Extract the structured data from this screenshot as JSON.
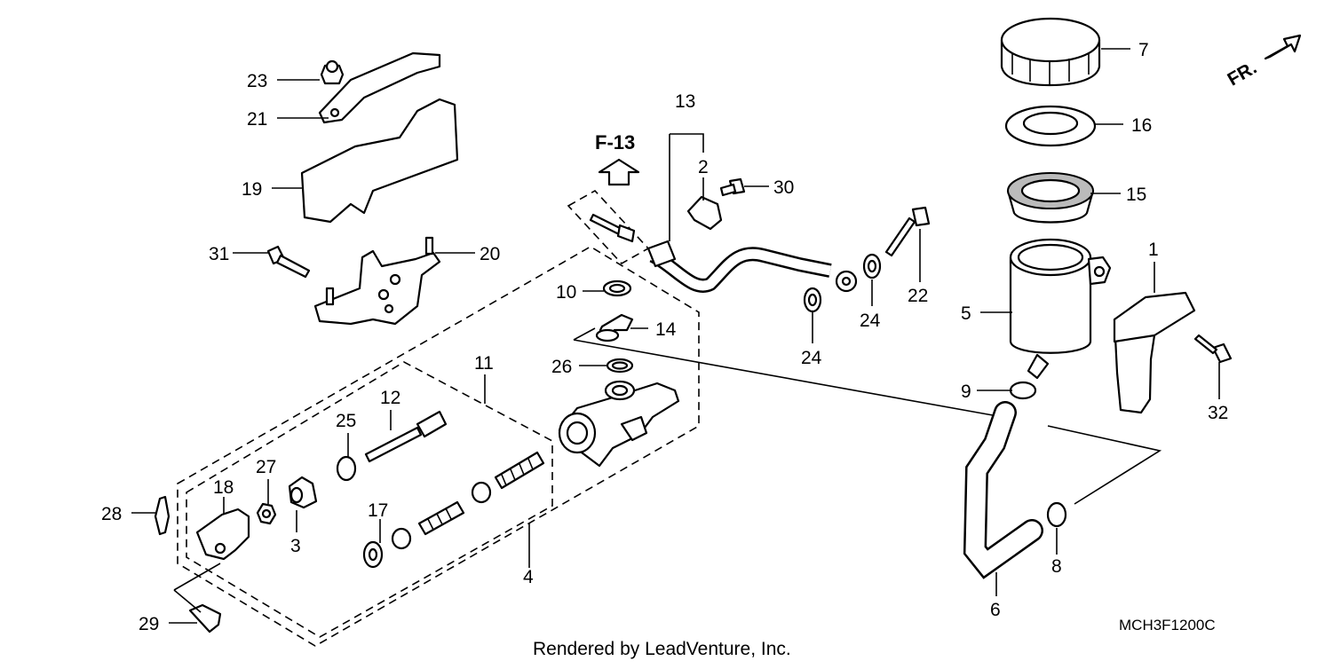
{
  "diagram": {
    "drawing_code": "MCH3F1200C",
    "credit": "Rendered by LeadVenture, Inc.",
    "reference": "F-13",
    "direction": "FR.",
    "callouts": {
      "c1": "1",
      "c2": "2",
      "c3": "3",
      "c4": "4",
      "c5": "5",
      "c6": "6",
      "c7": "7",
      "c8": "8",
      "c9": "9",
      "c10": "10",
      "c11": "11",
      "c12": "12",
      "c13": "13",
      "c14": "14",
      "c15": "15",
      "c16": "16",
      "c17": "17",
      "c18": "18",
      "c19": "19",
      "c20": "20",
      "c21": "21",
      "c22": "22",
      "c23": "23",
      "c24a": "24",
      "c24b": "24",
      "c25": "25",
      "c26": "26",
      "c27": "27",
      "c28": "28",
      "c29": "29",
      "c30": "30",
      "c31": "31",
      "c32": "32"
    }
  }
}
